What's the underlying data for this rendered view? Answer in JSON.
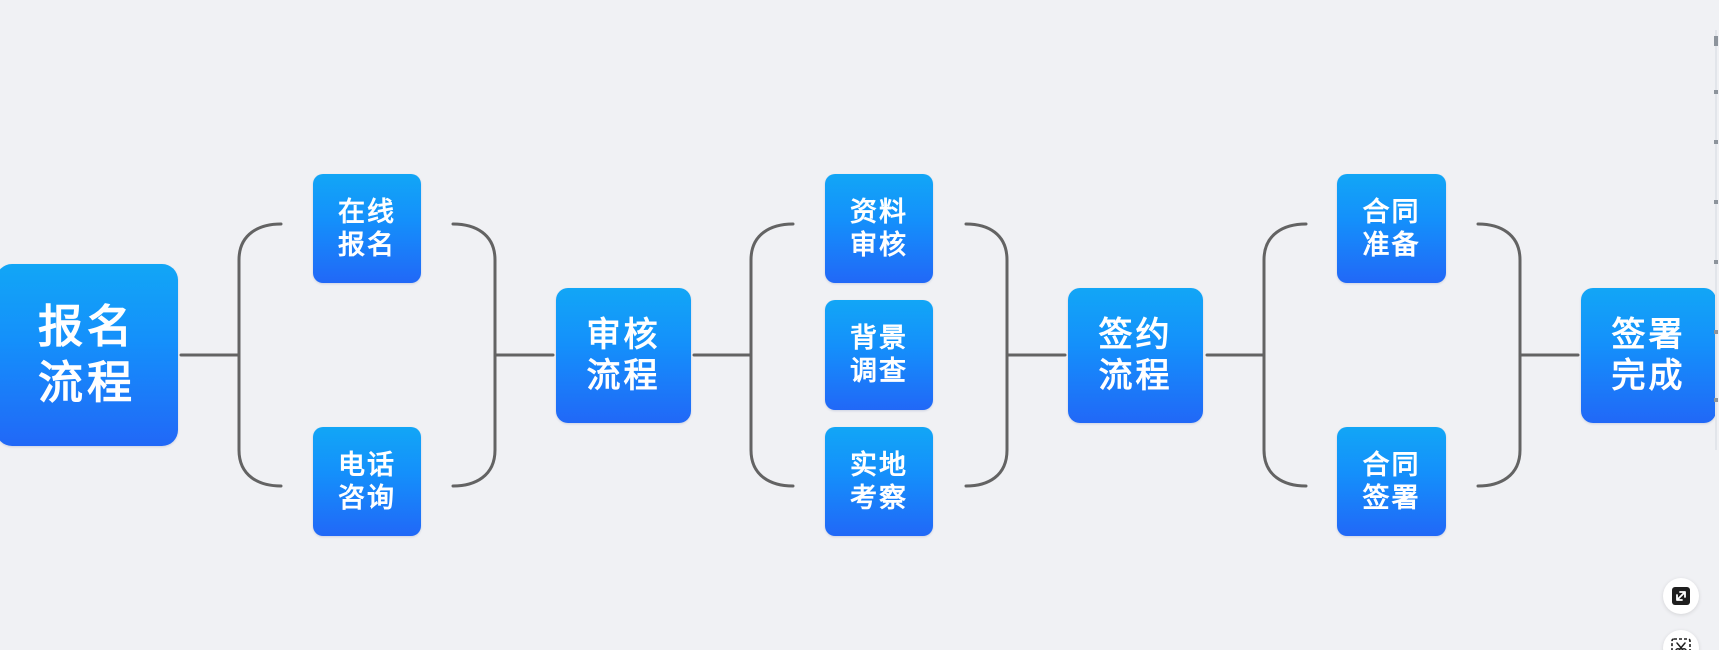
{
  "diagram": {
    "root": {
      "line1": "报名",
      "line2": "流程"
    },
    "branch1": [
      {
        "line1": "在线",
        "line2": "报名"
      },
      {
        "line1": "电话",
        "line2": "咨询"
      }
    ],
    "mid1": {
      "line1": "审核",
      "line2": "流程"
    },
    "branch2": [
      {
        "line1": "资料",
        "line2": "审核"
      },
      {
        "line1": "背景",
        "line2": "调查"
      },
      {
        "line1": "实地",
        "line2": "考察"
      }
    ],
    "mid2": {
      "line1": "签约",
      "line2": "流程"
    },
    "branch3": [
      {
        "line1": "合同",
        "line2": "准备"
      },
      {
        "line1": "合同",
        "line2": "签署"
      }
    ],
    "end": {
      "line1": "签署",
      "line2": "完成"
    }
  },
  "colors": {
    "background": "#f0f1f4",
    "node_top": "#12a6f6",
    "node_bottom": "#2168f7",
    "connector": "#636363",
    "node_text": "#ffffff"
  },
  "icons": {
    "fit_view": "expand-arrows-icon",
    "screenshot": "scissors-screenshot-icon"
  }
}
